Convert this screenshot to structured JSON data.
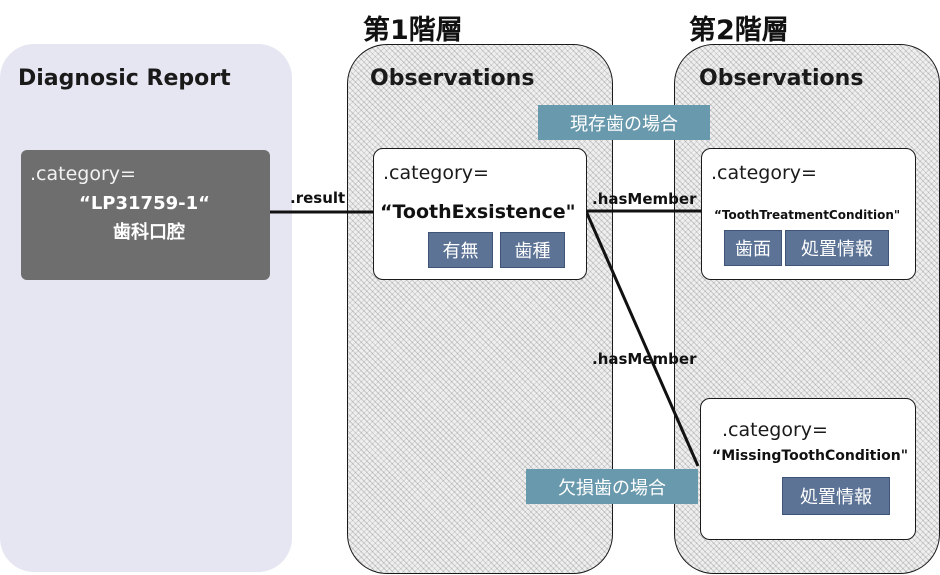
{
  "levels": {
    "level1": "第1階層",
    "level2": "第2階層"
  },
  "report_panel": {
    "title": "Diagnosic Report",
    "box": {
      "category": ".category=",
      "code": "“LP31759-1“",
      "name": "歯科口腔"
    }
  },
  "obs1_panel": {
    "title": "Observations",
    "box": {
      "category": ".category=",
      "code": "“ToothExsistence\"",
      "tags": [
        "有無",
        "歯種"
      ]
    }
  },
  "obs2_panel": {
    "title": "Observations",
    "box_top": {
      "category": ".category=",
      "code": "“ToothTreatmentCondition\"",
      "tags": [
        "歯面",
        "処置情報"
      ]
    },
    "box_bottom": {
      "category": ".category=",
      "code": "“MissingToothCondition\"",
      "tags": [
        "処置情報"
      ]
    }
  },
  "edges": {
    "result": ".result",
    "has_member_1": ".hasMember",
    "has_member_2": ".hasMember"
  },
  "cases": {
    "existing": "現存歯の場合",
    "missing": "欠損歯の場合"
  },
  "colors": {
    "tag": "#5c7396",
    "case_tag": "#6999ad",
    "report_box": "#6e6e6e",
    "report_panel": "#e6e6f2"
  }
}
